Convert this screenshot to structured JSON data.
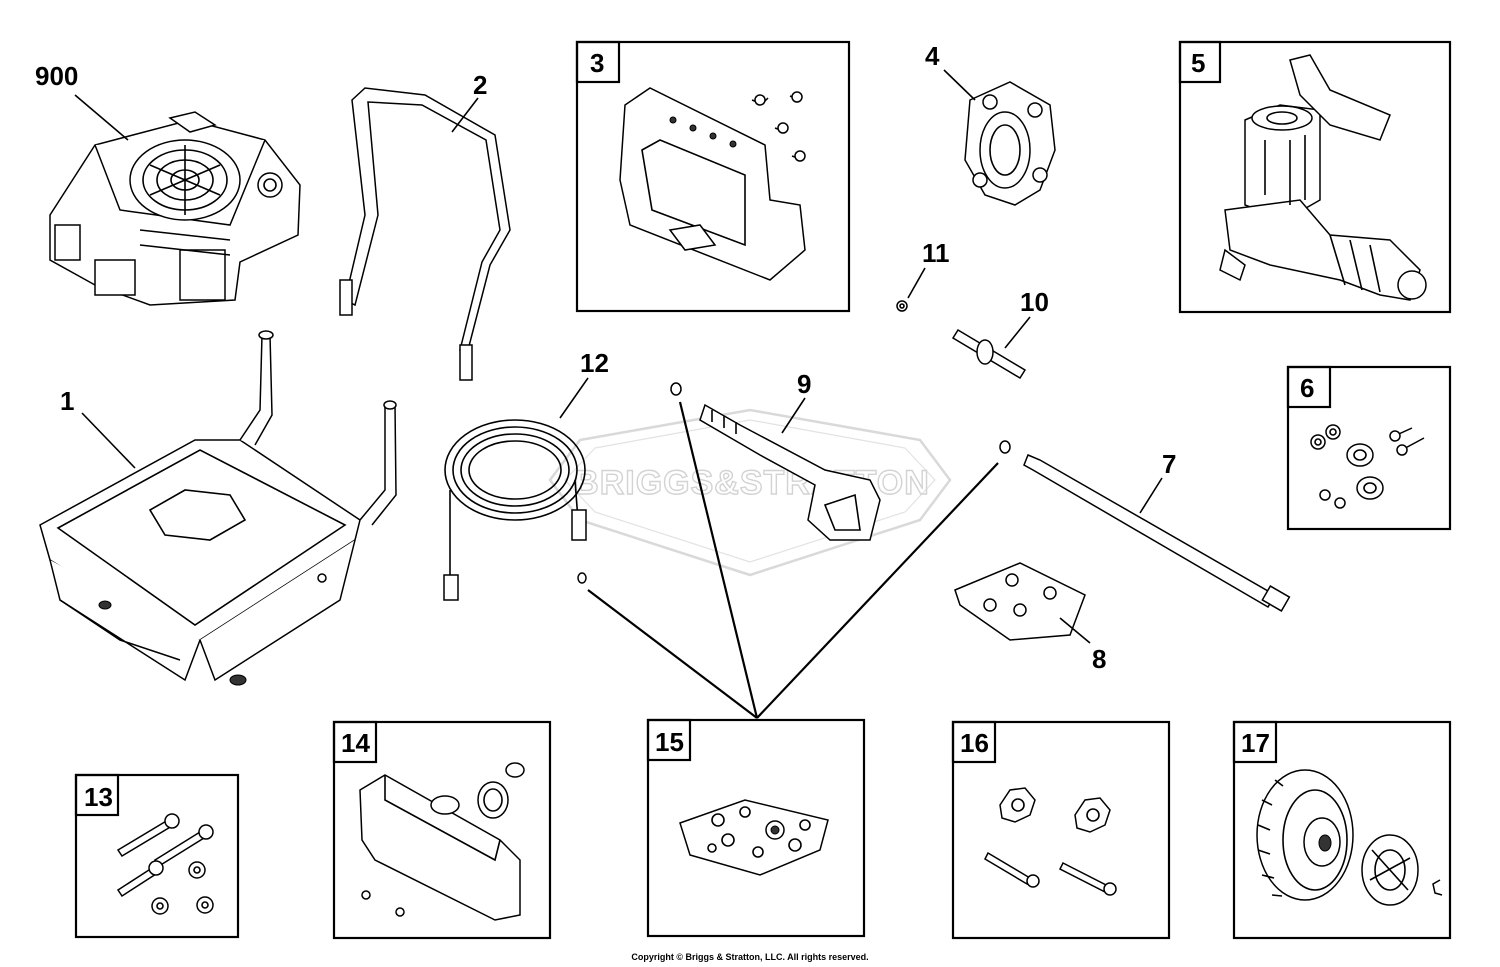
{
  "watermark": {
    "text": "BRIGGS&STRATTON"
  },
  "labels": {
    "engine": "900",
    "frame": "1",
    "handle": "2",
    "control_panel": "3",
    "hose_hook": "4",
    "pump": "5",
    "pump_mount_kit": "6",
    "extension_wand": "7",
    "nozzle_kit": "8",
    "spray_gun": "9",
    "axle": "10",
    "nut": "11",
    "high_pressure_hose": "12",
    "frame_hardware": "13",
    "accessory_tray": "14",
    "oring_kit": "15",
    "handle_knobs": "16",
    "wheel_kit": "17"
  },
  "copyright": "Copyright © Briggs & Stratton, LLC. All rights reserved."
}
